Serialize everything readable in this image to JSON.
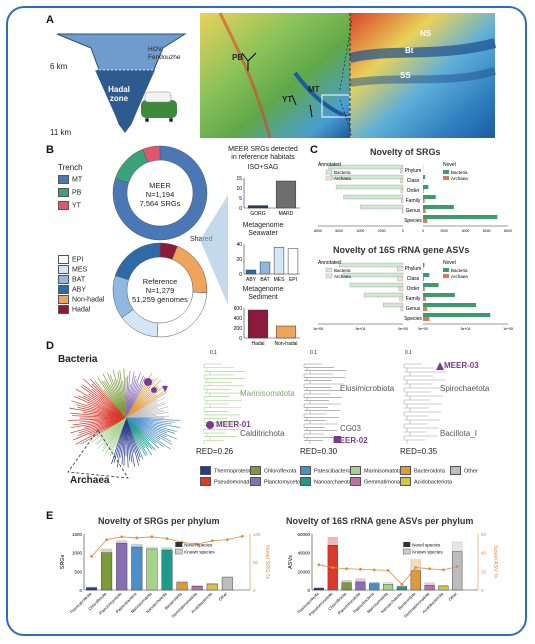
{
  "panelA": {
    "label": "A",
    "depth_6km": "6 km",
    "depth_11km": "11 km",
    "hadal_zone": "Hadal zone",
    "hov": "HOV Fendouzhe",
    "map_pb": "PB",
    "map_yt": "YT",
    "map_mt": "MT",
    "zoom_ns": "NS",
    "zoom_bt": "Bt",
    "zoom_ss": "SS",
    "colors": {
      "ocean_dark": "#1d5aa0",
      "ocean_light": "#5fb0d8",
      "terrain_yellow": "#e8d25a",
      "terrain_red": "#d9442b",
      "terrain_green": "#5fa84a"
    }
  },
  "panelB": {
    "label": "B",
    "trench_title": "Trench",
    "trench_legend": [
      {
        "name": "MT",
        "color": "#4a78b5"
      },
      {
        "name": "PB",
        "color": "#3aa37a"
      },
      {
        "name": "YT",
        "color": "#e0566b"
      }
    ],
    "meer_ring": {
      "l1": "MEER",
      "l2": "N=1,194",
      "l3": "7,564 SRGs",
      "shares": [
        0.8,
        0.14,
        0.06
      ]
    },
    "ref_ring": {
      "l1": "Reference",
      "l2": "N=1,279",
      "l3": "51,259 genomes",
      "shares": [
        0.06,
        0.2,
        0.25,
        0.14,
        0.15,
        0.2
      ]
    },
    "shared_label": "Shared",
    "habitat_legend": [
      {
        "name": "EPI",
        "color": "#ffffff"
      },
      {
        "name": "MES",
        "color": "#d4e6f5"
      },
      {
        "name": "BAT",
        "color": "#8fb9e0"
      },
      {
        "name": "ABY",
        "color": "#2d6aa6"
      },
      {
        "name": "Non-hadal",
        "color": "#f0a35a"
      },
      {
        "name": "Hadal",
        "color": "#8b1a3b"
      }
    ],
    "detect_title1": "MEER SRGs detected",
    "detect_title2": "in reference habitats",
    "isosag": "ISO+SAG",
    "isosag_yticks": [
      "15",
      "10",
      "5",
      "0"
    ],
    "isosag_ylim": [
      0,
      15
    ],
    "isosag_bars": [
      {
        "cat": "GORG",
        "value": 1.2,
        "color": "#2d3a5a"
      },
      {
        "cat": "MARD",
        "value": 13.5,
        "color": "#6e6e6e"
      }
    ],
    "seawater_title1": "Metagenome",
    "seawater_title2": "Seawater",
    "seawater_yticks": [
      "40",
      "20",
      "0"
    ],
    "seawater_ylim": [
      0,
      45
    ],
    "seawater_bars": [
      {
        "cat": "ABY",
        "value": 6,
        "color": "#2d6aa6"
      },
      {
        "cat": "BAT",
        "value": 18,
        "color": "#8fb9e0"
      },
      {
        "cat": "MES",
        "value": 40,
        "color": "#d4e6f5"
      },
      {
        "cat": "EPI",
        "value": 38,
        "color": "#ffffff"
      }
    ],
    "sediment_title1": "Metagenome",
    "sediment_title2": "Sediment",
    "sediment_yticks": [
      "600",
      "400",
      "200",
      "0"
    ],
    "sediment_ylim": [
      0,
      600
    ],
    "sediment_bars": [
      {
        "cat": "Hadal",
        "value": 560,
        "color": "#8b1a3b"
      },
      {
        "cat": "Non-hadal",
        "value": 240,
        "color": "#f0a35a"
      }
    ]
  },
  "panelC": {
    "label": "C",
    "title1": "Novelty of SRGs",
    "title2": "Novelty of 16S rRNA gene ASVs",
    "annotated": "Annotated",
    "novel": "Novel",
    "bacteria": "Bacteria",
    "archaea": "Archaea",
    "ranks": [
      "Phylum",
      "Class",
      "Order",
      "Family",
      "Genus",
      "Species"
    ],
    "colors": {
      "bacteria_annot": "#cfe8d2",
      "archaea_annot": "#f3dfd9",
      "bacteria_novel": "#3b9b6a",
      "archaea_novel": "#e07a55"
    },
    "srg_xticks_left": [
      "8000",
      "6000",
      "4000",
      "2000",
      "0"
    ],
    "srg_xticks_right": [
      "0",
      "2000",
      "4000",
      "6000",
      "8000"
    ],
    "srg_xlim": [
      0,
      8000
    ],
    "srg_annot_bac": [
      7000,
      6800,
      6300,
      5600,
      4000,
      0
    ],
    "srg_annot_arc": [
      250,
      240,
      200,
      150,
      80,
      0
    ],
    "srg_novel_bac": [
      20,
      200,
      500,
      1200,
      2900,
      7000
    ],
    "srg_novel_arc": [
      5,
      30,
      70,
      150,
      250,
      400
    ],
    "asv_xticks_left": [
      "1e+05",
      "5e+04",
      "0e+00"
    ],
    "asv_xticks_right": [
      "0e+00",
      "5e+04",
      "1e+05"
    ],
    "asv_xlim": [
      0,
      120000
    ],
    "asv_annot_bac": [
      90000,
      85000,
      75000,
      55000,
      28000,
      0
    ],
    "asv_annot_arc": [
      8000,
      7500,
      6000,
      4500,
      3000,
      0
    ],
    "asv_novel_bac": [
      2000,
      9000,
      22000,
      45000,
      75000,
      95000
    ],
    "asv_novel_arc": [
      500,
      1500,
      2500,
      4000,
      6000,
      9000
    ]
  },
  "panelD": {
    "label": "D",
    "bacteria": "Bacteria",
    "archaea": "Archaea",
    "subtree1": "Marinisomatota",
    "subtree1b": "Calditrichota",
    "meer01": "MEER-01",
    "red1": "RED=0.26",
    "subtree2": "Elusimicrobiota",
    "subtree2b": "CG03",
    "meer02": "MEER-02",
    "red2": "RED=0.30",
    "meer03": "MEER-03",
    "subtree3": "Spirochaetota",
    "subtree3b": "Bacillota_I",
    "red3": "RED=0.35",
    "scale": "0.1",
    "legend": [
      {
        "name": "Thermoproteota",
        "color": "#2b3b8f"
      },
      {
        "name": "Chloroflexota",
        "color": "#7b9a3a"
      },
      {
        "name": "Patescibacteria",
        "color": "#4a8fc9"
      },
      {
        "name": "Marinisomatota",
        "color": "#a5d38a"
      },
      {
        "name": "Bacteroidota",
        "color": "#e09a3a"
      },
      {
        "name": "Other",
        "color": "#bdbdbd"
      },
      {
        "name": "Pseudomonadota",
        "color": "#d93a2b"
      },
      {
        "name": "Planctomycetota",
        "color": "#8a6fb5"
      },
      {
        "name": "Nanoarchaeota",
        "color": "#1f9a8a"
      },
      {
        "name": "Gemmatimonadota",
        "color": "#c26fa8"
      },
      {
        "name": "Acidobacteriota",
        "color": "#d9c24a"
      }
    ]
  },
  "panelE": {
    "label": "E",
    "title1": "Novelty of SRGs per phylum",
    "title2": "Novelty of 16S rRNA gene ASVs per phylum",
    "ylabel1": "SRGs",
    "ylabel2": "ASVs",
    "y2label1": "Novel SRG %",
    "y2label2": "Novel ASV %",
    "novel_species": "Novel species",
    "known_species": "Known species",
    "srg_yticks": [
      "1500",
      "1000",
      "500",
      "0"
    ],
    "srg_ylim": [
      0,
      1500
    ],
    "srg_pct_ticks": [
      "100",
      "50",
      "0"
    ],
    "asv_yticks": [
      "60000",
      "40000",
      "20000",
      "0"
    ],
    "asv_ylim": [
      0,
      70000
    ],
    "asv_pct_ticks": [
      "60",
      "40",
      "20",
      "0"
    ],
    "pct_color": "#e8893a",
    "srg_cats": [
      "Thermoproteota",
      "Chloroflexota",
      "Planctomycetota",
      "Patescibacteria",
      "Marinisomatota",
      "Nanoarchaeota",
      "Bacteroidota",
      "Gemmatimonadota",
      "Acidobacteriota",
      "Other"
    ],
    "srg_total": [
      80,
      1100,
      1320,
      1230,
      1150,
      1130,
      240,
      120,
      180,
      360
    ],
    "srg_novel": [
      60,
      1000,
      1250,
      1150,
      1100,
      1070,
      200,
      100,
      160,
      330
    ],
    "srg_extra": [
      1380
    ],
    "srg_pct": [
      60,
      90,
      95,
      93,
      95,
      92,
      85,
      82,
      88,
      90,
      96
    ],
    "asv_cats": [
      "Thermoproteota",
      "Pseudomonadota",
      "Chloroflexota",
      "Planctomycetota",
      "Patescibacteria",
      "Marinisomatota",
      "Nanoarchaeota",
      "Bacteroidota",
      "Gemmatimonadota",
      "Acidobacteriota",
      "Other"
    ],
    "asv_total": [
      3000,
      66000,
      12000,
      14000,
      10000,
      9000,
      5000,
      38000,
      9000,
      6000,
      60000
    ],
    "asv_novel": [
      2200,
      56000,
      9000,
      10000,
      8000,
      7000,
      4000,
      24000,
      6000,
      5000,
      48000
    ],
    "asv_pct": [
      45,
      40,
      38,
      37,
      36,
      35,
      10,
      40,
      38,
      36,
      42
    ]
  }
}
